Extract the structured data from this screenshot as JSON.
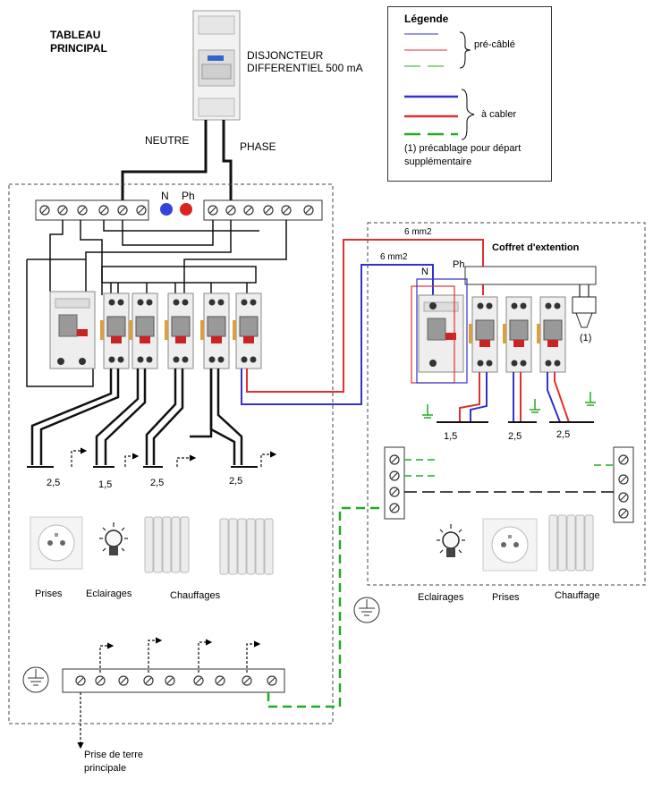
{
  "main_panel": {
    "title_line1": "TABLEAU",
    "title_line2": "PRINCIPAL",
    "main_breaker_line1": "DISJONCTEUR",
    "main_breaker_line2": "DIFFERENTIEL 500 mA",
    "neutral_label": "NEUTRE",
    "phase_label": "PHASE",
    "bus_n": "N",
    "bus_ph": "Ph",
    "sections": [
      "2,5",
      "1,5",
      "2,5",
      "2,5"
    ],
    "loads": [
      "Prises",
      "Eclairages",
      "Chauffages"
    ],
    "earth_label_line1": "Prise de terre",
    "earth_label_line2": "principale"
  },
  "legend": {
    "title": "Légende",
    "precabled": "pré-câblé",
    "to_wire": "à cabler",
    "note_line1": "(1) précablage pour départ",
    "note_line2": "supplémentaire"
  },
  "sub_panel": {
    "title": "Coffret d'extention",
    "cable_red": "6 mm2",
    "cable_blue": "6 mm2",
    "n_label": "N",
    "ph_label": "Ph",
    "spare_label": "(1)",
    "sections": [
      "1,5",
      "2,5",
      "2,5"
    ],
    "loads": [
      "Eclairages",
      "Prises",
      "Chauffage"
    ]
  },
  "colors": {
    "neutral": "#3333cc",
    "phase": "#e03030",
    "earth": "#22aa22",
    "wire": "#111111"
  }
}
